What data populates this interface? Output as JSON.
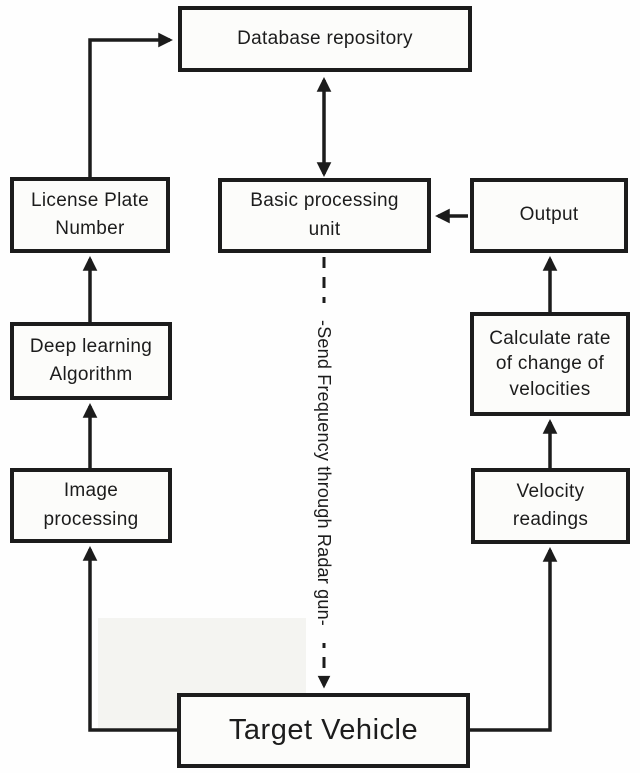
{
  "diagram": {
    "type": "flowchart",
    "nodes": {
      "database_repository": {
        "label": "Database repository"
      },
      "license_plate_number": {
        "label": "License Plate\nNumber"
      },
      "basic_processing_unit": {
        "label": "Basic processing\nunit"
      },
      "output": {
        "label": "Output"
      },
      "deep_learning_algorithm": {
        "label": "Deep learning\nAlgorithm"
      },
      "calculate_rate_of_change": {
        "label": "Calculate rate\nof change of\nvelocities"
      },
      "image_processing": {
        "label": "Image\nprocessing"
      },
      "velocity_readings": {
        "label": "Velocity\nreadings"
      },
      "target_vehicle": {
        "label": "Target Vehicle"
      }
    },
    "edges": {
      "radar_label": "-Send Frequency through Radar gun-",
      "license_plate_to_database": "solid elbow arrow",
      "database_to_basic_processing": "solid double-headed arrow",
      "output_to_basic_processing": "solid arrow left",
      "deep_learning_to_license_plate": "solid arrow up",
      "image_processing_to_deep_learning": "solid arrow up",
      "calculate_rate_to_output": "solid arrow up",
      "velocity_readings_to_calculate_rate": "solid arrow up",
      "target_vehicle_to_image_processing": "solid elbow arrow up",
      "target_vehicle_to_velocity_readings": "solid elbow arrow up",
      "basic_processing_to_target_vehicle": "dashed arrow down"
    },
    "colors": {
      "line": "#1c1c1c",
      "box_border": "#1c1c1c",
      "box_fill": "#fcfcfa",
      "background": "#fefefe",
      "text": "#1c1c1c"
    }
  }
}
